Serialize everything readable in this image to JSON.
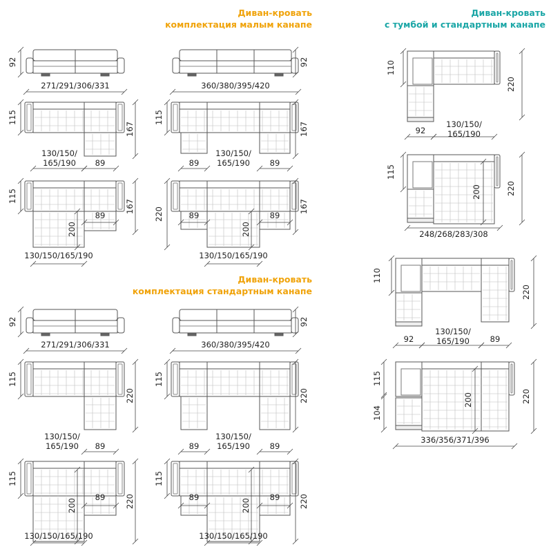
{
  "headings": {
    "small": {
      "line1": "Диван-кровать",
      "line2": "комплектация малым канапе"
    },
    "standard": {
      "line1": "Диван-кровать",
      "line2": "комплектация стандартным канапе"
    },
    "tumba": {
      "line1": "Диван-кровать",
      "line2": "с тумбой и стандартным канапе"
    }
  },
  "colors": {
    "heading_orange": "#f0a30a",
    "heading_teal": "#1aa6a6",
    "line": "#555555",
    "dimension": "#444444"
  },
  "dims": {
    "h92": "92",
    "h110": "110",
    "h115": "115",
    "h167": "167",
    "h200": "200",
    "h220": "220",
    "h104": "104",
    "w89": "89",
    "w92": "92",
    "w_straight": "271/291/306/331",
    "w_straight_wide": "360/380/395/420",
    "w_module_1": "130/150/",
    "w_module_2": "165/190",
    "w_module_full": "130/150/165/190",
    "w_tumba_corner": "248/268/283/308",
    "w_tumba_u": "336/356/371/396"
  }
}
